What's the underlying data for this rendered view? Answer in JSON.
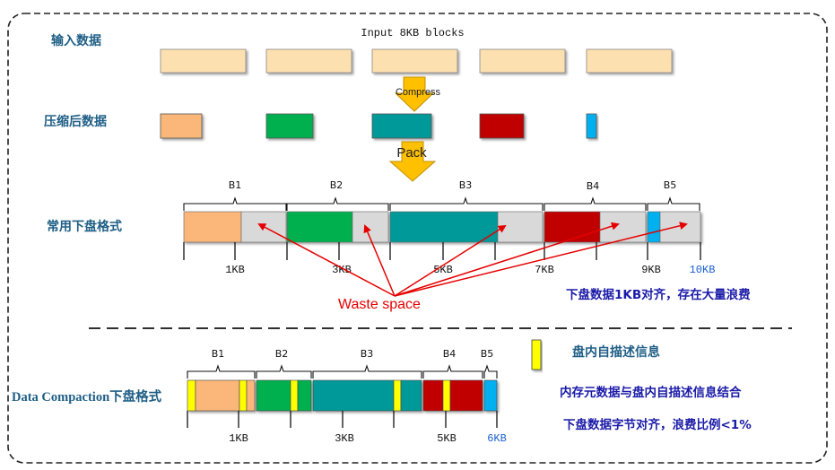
{
  "title": "Input 8KB blocks",
  "rows": {
    "input": "输入数据",
    "compressed": "压缩后数据",
    "common": "常用下盘格式",
    "compaction": "Data Compaction下盘格式"
  },
  "arrows": {
    "compress": "Compress",
    "pack": "Pack"
  },
  "common_blocks": [
    "B1",
    "B2",
    "B3",
    "B4",
    "B5"
  ],
  "common_ticks": [
    "1KB",
    "3KB",
    "5KB",
    "7KB",
    "9KB",
    "10KB"
  ],
  "waste_label": "Waste space",
  "common_note": "下盘数据1KB对齐，存在大量浪费",
  "compaction_blocks": [
    "B1",
    "B2",
    "B3",
    "B4",
    "B5"
  ],
  "compaction_ticks": [
    "1KB",
    "3KB",
    "5KB",
    "6KB"
  ],
  "legend_label": "盘内自描述信息",
  "compaction_note1": "内存元数据与盘内自描述信息结合",
  "compaction_note2": "下盘数据字节对齐，浪费比例<1%",
  "colors": {
    "orange": "#fbb779",
    "green": "#00b050",
    "teal": "#009999",
    "red": "#c00000",
    "blue": "#00b0f0",
    "yellow": "#ffff00",
    "waste_gray": "#d9d9d9",
    "input_fill": "#fde0b0",
    "arrow_gold": "#ffc000",
    "accent_red": "#e60000",
    "note_blue": "#1a1aa8"
  }
}
